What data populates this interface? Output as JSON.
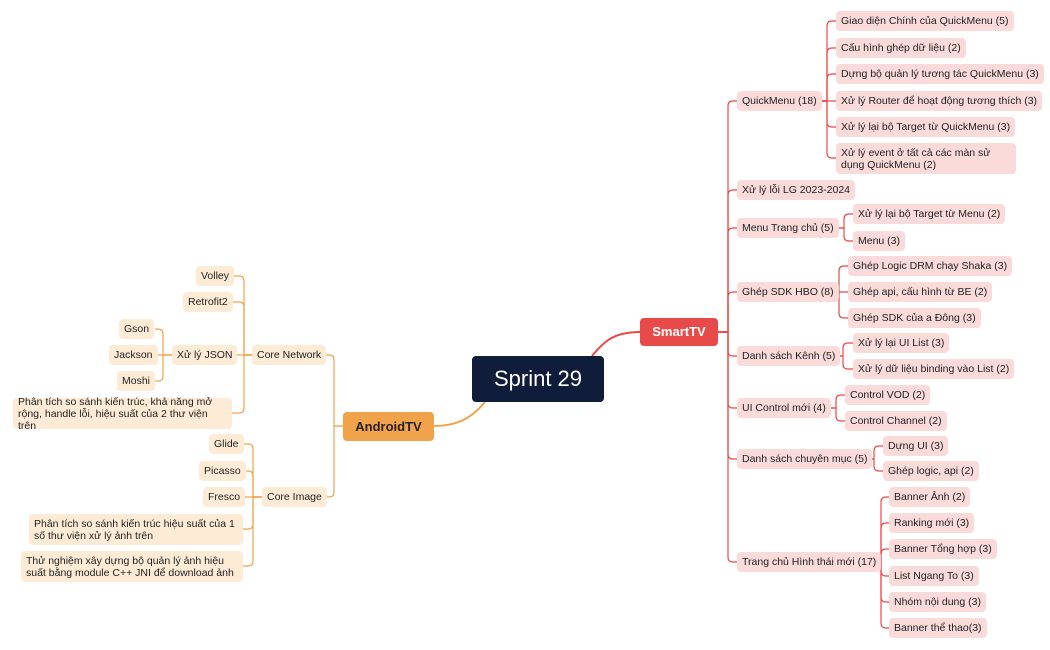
{
  "colors": {
    "root": "#0f1c3a",
    "smarttv": "#e84a4a",
    "smarttv_child": "#fbdada",
    "androidtv": "#f1a34b",
    "androidtv_child": "#fdebd6"
  },
  "root": {
    "label": "Sprint 29"
  },
  "smarttv": {
    "label": "SmartTV",
    "quickmenu": {
      "label": "QuickMenu (18)",
      "items": [
        "Giao diện Chính của QuickMenu (5)",
        "Cấu hình ghép dữ liệu (2)",
        "Dựng bộ quản lý tương tác QuickMenu (3)",
        "Xử lý Router để hoạt động tương thích (3)",
        "Xử lý lại bộ Target từ QuickMenu (3)",
        "Xử lý event ở tất cả các màn sử dụng QuickMenu (2)"
      ]
    },
    "lg_fix": {
      "label": "Xử lý lỗi LG 2023-2024"
    },
    "home_menu": {
      "label": "Menu Trang chủ (5)",
      "items": [
        "Xử lý lại bộ Target từ Menu (2)",
        "Menu (3)"
      ]
    },
    "hbo": {
      "label": "Ghép SDK HBO (8)",
      "items": [
        "Ghép Logic DRM chạy Shaka (3)",
        "Ghép api, cấu hình từ BE (2)",
        "Ghép SDK của a Đông (3)"
      ]
    },
    "channels": {
      "label": "Danh sách Kênh (5)",
      "items": [
        "Xử lý lại UI List (3)",
        "Xử lý dữ liệu binding vào List (2)"
      ]
    },
    "ui_control": {
      "label": "UI Control mới (4)",
      "items": [
        "Control VOD (2)",
        "Control Channel (2)"
      ]
    },
    "categories": {
      "label": "Danh sách chuyên mục (5)",
      "items": [
        "Dựng UI (3)",
        "Ghép logic, api (2)"
      ]
    },
    "home_new": {
      "label": "Trang chủ Hình thái mới (17)",
      "items": [
        "Banner Ảnh (2)",
        "Ranking mới (3)",
        "Banner Tổng hợp (3)",
        "List Ngang To (3)",
        "Nhóm nội dung (3)",
        "Banner thể thao(3)"
      ]
    }
  },
  "androidtv": {
    "label": "AndroidTV",
    "core_network": {
      "label": "Core Network",
      "items": [
        "Volley",
        "Retrofit2"
      ],
      "json": {
        "label": "Xử lý JSON",
        "items": [
          "Gson",
          "Jackson",
          "Moshi"
        ]
      },
      "analysis": "Phân tích so sánh kiến trúc, khả năng mở rộng, handle lỗi, hiệu suất của 2 thư viện trên"
    },
    "core_image": {
      "label": "Core Image",
      "items": [
        "Glide",
        "Picasso",
        "Fresco"
      ],
      "analysis": "Phân tích so sánh kiến trúc hiệu suất của 1 số thư viện xử lý ảnh trên",
      "experiment": "Thử nghiệm xây dựng bộ quản lý ảnh hiệu suất bằng module C++ JNI để download ảnh"
    }
  }
}
